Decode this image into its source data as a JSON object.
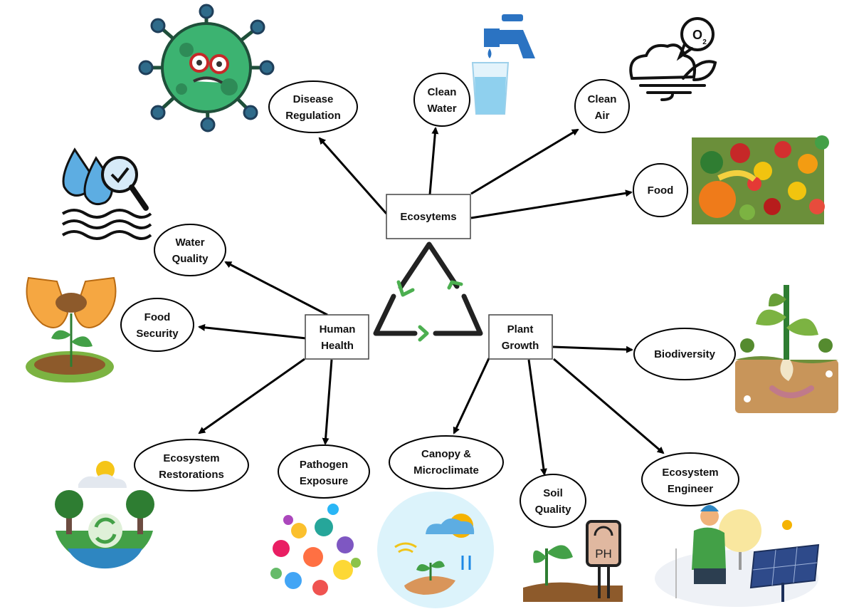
{
  "colors": {
    "arrow": "#000000",
    "triangle": "#222222",
    "recycle_chevron": "#4caf50",
    "node_fill": "#ffffff",
    "node_stroke": "#000000"
  },
  "hubs": {
    "ecosystems": "Ecosytems",
    "human_health": [
      "Human",
      "Health"
    ],
    "plant_growth": [
      "Plant",
      "Growth"
    ]
  },
  "nodes": {
    "disease_regulation": [
      "Disease",
      "Regulation"
    ],
    "clean_water": [
      "Clean",
      "Water"
    ],
    "clean_air": [
      "Clean",
      "Air"
    ],
    "food": [
      "Food"
    ],
    "water_quality": [
      "Water",
      "Quality"
    ],
    "food_security": [
      "Food",
      "Security"
    ],
    "ecosystem_restorations": [
      "Ecosystem",
      "Restorations"
    ],
    "pathogen_exposure": [
      "Pathogen",
      "Exposure"
    ],
    "canopy_microclimate": [
      "Canopy &",
      "Microclimate"
    ],
    "soil_quality": [
      "Soil",
      "Quality"
    ],
    "ecosystem_engineer": [
      "Ecosystem",
      "Engineer"
    ],
    "biodiversity": [
      "Biodiversity"
    ]
  },
  "illustrations": {
    "virus": "virus-icon",
    "water_tap": "water-tap-icon",
    "air_oxygen": "cloud-oxygen-icon",
    "food_produce": "fruit-vegetable-icon",
    "water_drop_inspect": "water-quality-icon",
    "hands_seedling": "hands-seedling-icon",
    "biodiversity_soil": "biodiversity-soil-icon",
    "restoration": "restoration-icon",
    "microbes": "microbes-icon",
    "weather_plant": "microclimate-icon",
    "ph_meter": "ph-meter-icon",
    "engineer_energy": "engineer-icon",
    "ph_text": "PH"
  }
}
